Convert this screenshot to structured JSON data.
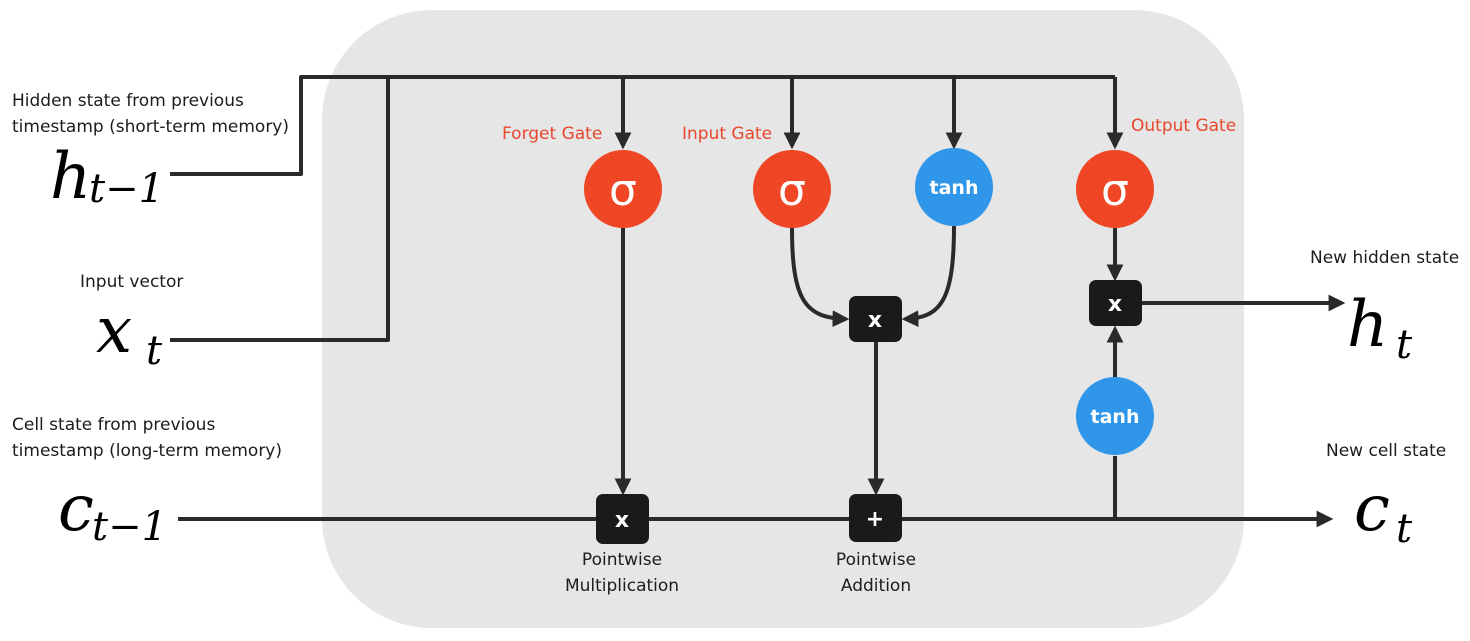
{
  "labels": {
    "hidden_prev_line1": "Hidden state from previous",
    "hidden_prev_line2": "timestamp (short-term memory)",
    "input_vector": "Input vector",
    "cell_prev_line1": "Cell state from previous",
    "cell_prev_line2": "timestamp (long-term memory)",
    "new_hidden_state": "New hidden state",
    "new_cell_state": "New cell state",
    "pointwise_mult_line1": "Pointwise",
    "pointwise_mult_line2": "Multiplication",
    "pointwise_add_line1": "Pointwise",
    "pointwise_add_line2": "Addition"
  },
  "gates": {
    "forget": "Forget Gate",
    "input": "Input Gate",
    "output": "Output Gate"
  },
  "nodes": {
    "sigma_symbol": "σ",
    "tanh_label": "tanh",
    "multiply_symbol": "x",
    "add_symbol": "+"
  },
  "math": {
    "h_prev_base": "h",
    "h_prev_sub": "t−1",
    "x_base": "x",
    "x_sub": "t",
    "c_prev_base": "c",
    "c_prev_sub": "t−1",
    "h_new_base": "h",
    "h_new_sub": "t",
    "c_new_base": "c",
    "c_new_sub": "t"
  },
  "colors": {
    "sigmoid": "#ef4625",
    "tanh": "#2f96ea",
    "operator": "#1a1a1a",
    "gate_label": "#e8472c",
    "panel": "#e6e6e6",
    "wire": "#2a2a2a"
  }
}
